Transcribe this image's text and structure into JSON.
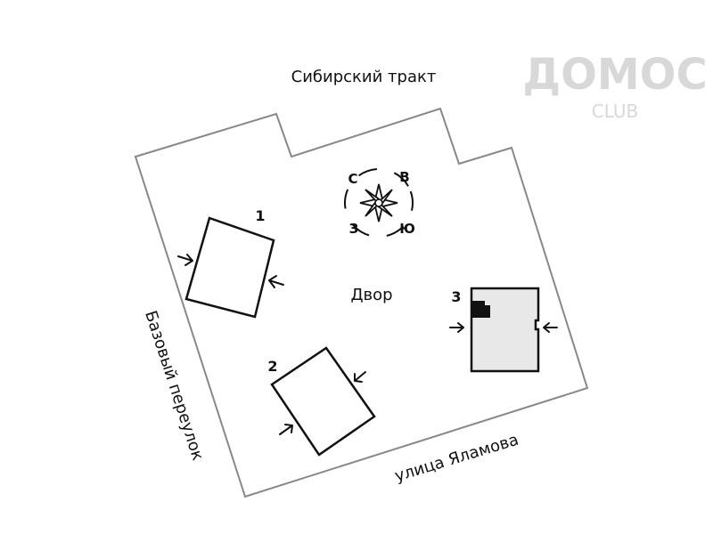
{
  "streets": {
    "north": "Сибирский тракт",
    "west": "Базовый переулок",
    "south": "улица Яламова"
  },
  "yard_label": "Двор",
  "buildings": [
    {
      "number": "1"
    },
    {
      "number": "2"
    },
    {
      "number": "3"
    }
  ],
  "compass": {
    "n": "С",
    "e": "В",
    "s": "Ю",
    "w": "З"
  },
  "watermark": {
    "main": "ДОМОС",
    "sub": "CLUB"
  },
  "colors": {
    "line": "#111111",
    "boundary": "#888888",
    "building3_fill": "#e8e8e8",
    "watermark": "#e6e6e6"
  }
}
